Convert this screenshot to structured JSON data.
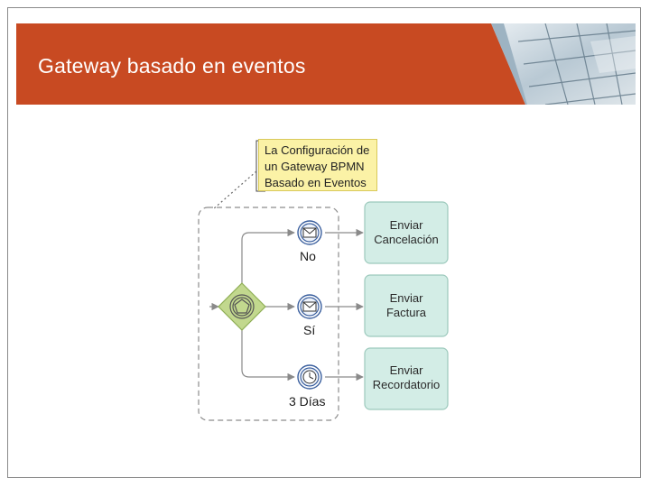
{
  "slide": {
    "title": "Gateway basado en eventos"
  },
  "diagram": {
    "annotation": {
      "lines": [
        "La Configuración de",
        "un Gateway BPMN",
        "Basado en Eventos"
      ]
    },
    "gateway": {
      "type": "event-based",
      "icon": "pentagon-icon"
    },
    "events": [
      {
        "label": "No",
        "icon": "message-icon"
      },
      {
        "label": "Sí",
        "icon": "message-icon"
      },
      {
        "label": "3 Días",
        "icon": "timer-icon"
      }
    ],
    "tasks": [
      {
        "lines": [
          "Enviar",
          "Cancelación"
        ]
      },
      {
        "lines": [
          "Enviar",
          "Factura"
        ]
      },
      {
        "lines": [
          "Enviar",
          "Recordatorio"
        ]
      }
    ],
    "colors": {
      "header": "#c84a22",
      "task_fill": "#d3ede6",
      "task_border": "#9cc9bc",
      "gateway_fill": "#c2d88e",
      "annotation_fill": "#fbf2a6",
      "event_stroke": "#3a5f9e"
    }
  }
}
